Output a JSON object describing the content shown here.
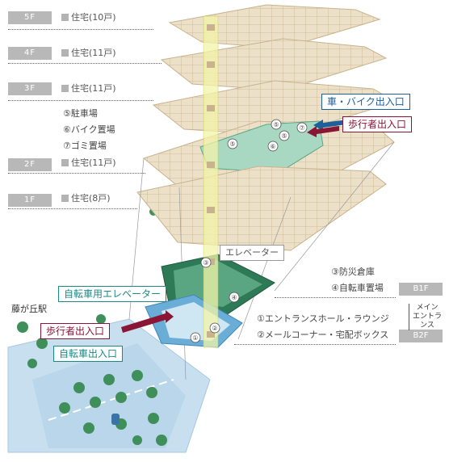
{
  "floors": [
    {
      "tag": "5F",
      "desc": "住宅(10戸)"
    },
    {
      "tag": "4F",
      "desc": "住宅(11戸)"
    },
    {
      "tag": "3F",
      "desc": "住宅(11戸)"
    },
    {
      "tag": "2F",
      "desc": "住宅(11戸)"
    },
    {
      "tag": "1F",
      "desc": "住宅(8戸)"
    }
  ],
  "legend_2f": [
    "⑤駐車場",
    "⑥バイク置場",
    "⑦ゴミ置場"
  ],
  "legend_b1f": [
    "③防災倉庫",
    "④自転車置場"
  ],
  "legend_b2f": [
    "①エントランスホール・ラウンジ",
    "②メールコーナー・宅配ボックス"
  ],
  "basement_tags": {
    "b1f": "B1F",
    "b2f": "B2F"
  },
  "main_entrance": {
    "line1": "メイン",
    "line2": "エントランス"
  },
  "callouts": {
    "car_bike": "車・バイク出入口",
    "pedestrian_top": "歩行者出入口",
    "elevator": "エレベーター",
    "bicycle_elevator": "自転車用エレベーター",
    "pedestrian_bottom": "歩行者出入口",
    "bicycle_entrance": "自転車出入口",
    "station": "藤が丘駅"
  },
  "markers": {
    "floor2": [
      "⑤",
      "⑤",
      "⑥",
      "⑦",
      "⑤"
    ],
    "basement": [
      "③",
      "④",
      "①",
      "②"
    ]
  },
  "colors": {
    "floor_slab": "#ece0c8",
    "floor_edge": "#c9b38e",
    "green_area": "#5aa683",
    "dark_green": "#2f7a56",
    "blue_area": "#6aaed8",
    "elevator_shaft": "#f3f5a8",
    "road": "#b9d6ea",
    "car_arrow": "#1f5f9a",
    "ped_arrow": "#8a1535"
  }
}
